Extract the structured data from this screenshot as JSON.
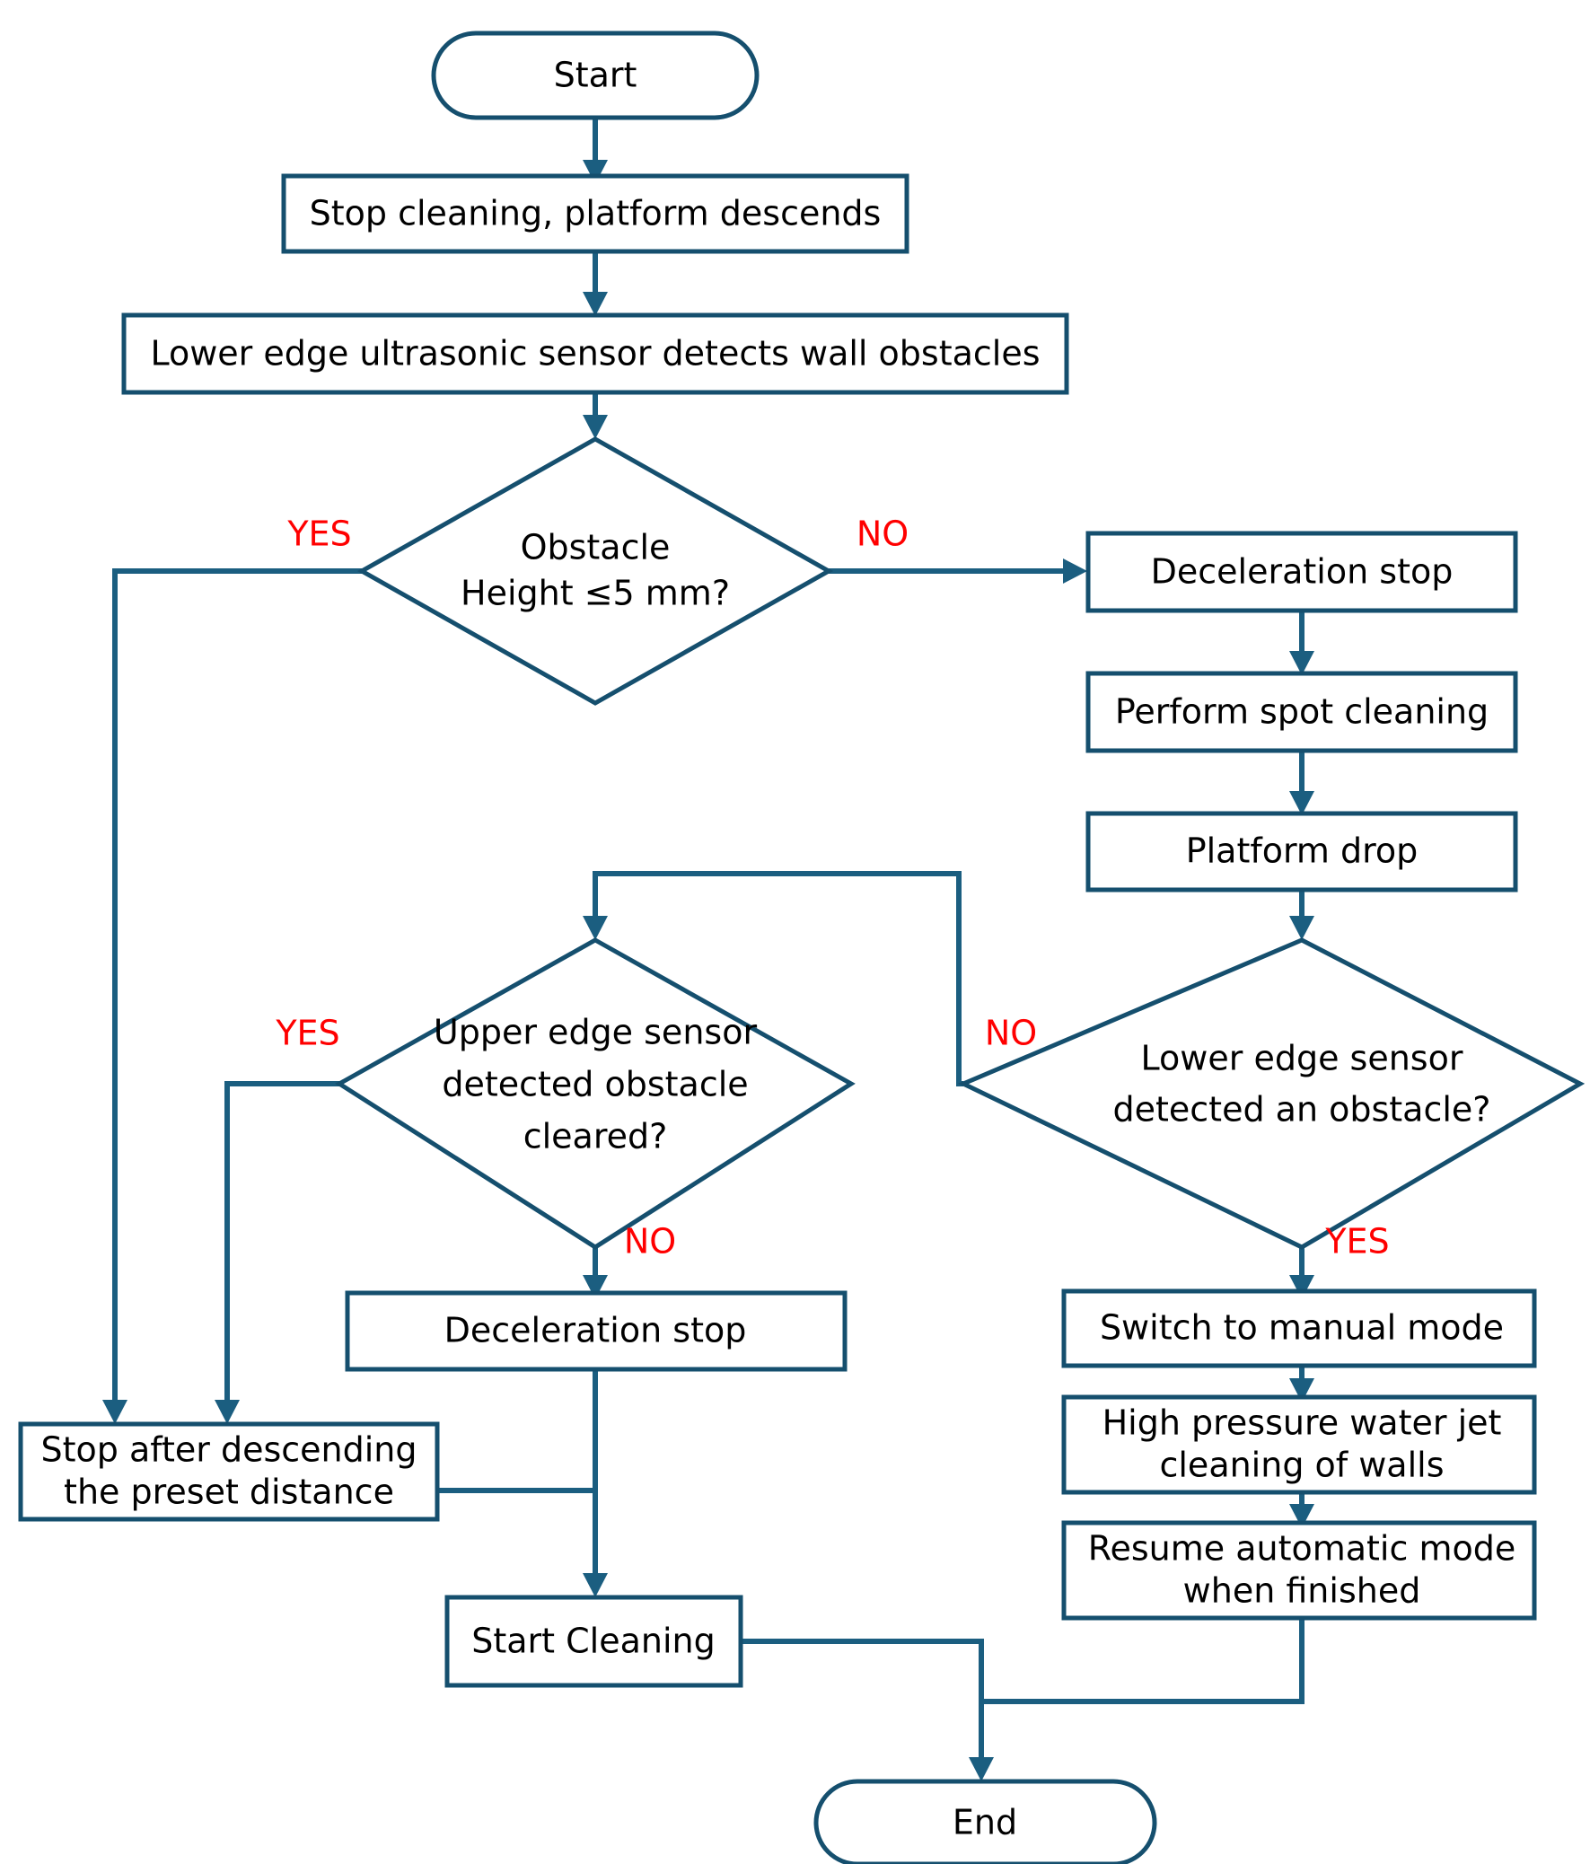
{
  "diagram": {
    "title": "Wall cleaning robot obstacle handling flowchart",
    "colors": {
      "node_stroke": "#154F6E",
      "connector": "#1B5E80",
      "node_fill": "#FFFFFF",
      "node_text": "#000000",
      "edge_label": "#FF0000",
      "background": "#FFFFFF"
    },
    "nodes": {
      "start": {
        "id": "start",
        "shape": "terminator",
        "label": "Start"
      },
      "stop_cleaning": {
        "id": "stop_cleaning",
        "shape": "process",
        "label": "Stop cleaning, platform descends"
      },
      "lower_sensor": {
        "id": "lower_sensor",
        "shape": "process",
        "label": "Lower edge ultrasonic sensor detects wall obstacles"
      },
      "obstacle_height": {
        "id": "obstacle_height",
        "shape": "decision",
        "label_line1": "Obstacle",
        "label_line2": "Height ≤5 mm?"
      },
      "decel_stop_right": {
        "id": "decel_stop_right",
        "shape": "process",
        "label": "Deceleration stop"
      },
      "spot_cleaning": {
        "id": "spot_cleaning",
        "shape": "process",
        "label": "Perform spot cleaning"
      },
      "platform_drop": {
        "id": "platform_drop",
        "shape": "process",
        "label": "Platform drop"
      },
      "upper_cleared": {
        "id": "upper_cleared",
        "shape": "decision",
        "label_line1": "Upper edge sensor",
        "label_line2": "detected obstacle",
        "label_line3": "cleared?"
      },
      "lower_detected": {
        "id": "lower_detected",
        "shape": "decision",
        "label_line1": "Lower edge sensor",
        "label_line2": "detected an obstacle?"
      },
      "decel_stop_mid": {
        "id": "decel_stop_mid",
        "shape": "process",
        "label": "Deceleration stop"
      },
      "manual_mode": {
        "id": "manual_mode",
        "shape": "process",
        "label": "Switch to manual mode"
      },
      "water_jet": {
        "id": "water_jet",
        "shape": "process",
        "label_line1": "High pressure water jet",
        "label_line2": "cleaning of walls"
      },
      "resume_auto": {
        "id": "resume_auto",
        "shape": "process",
        "label_line1": "Resume automatic mode",
        "label_line2": "when finished"
      },
      "stop_preset": {
        "id": "stop_preset",
        "shape": "process",
        "label_line1": "Stop after descending",
        "label_line2": "the preset distance"
      },
      "start_cleaning": {
        "id": "start_cleaning",
        "shape": "process",
        "label": "Start Cleaning"
      },
      "end": {
        "id": "end",
        "shape": "terminator",
        "label": "End"
      }
    },
    "edge_labels": {
      "height_yes": "YES",
      "height_no": "NO",
      "upper_yes": "YES",
      "upper_no": "NO",
      "lower_no": "NO",
      "lower_yes": "YES"
    },
    "edges": [
      {
        "from": "start",
        "to": "stop_cleaning",
        "label": ""
      },
      {
        "from": "stop_cleaning",
        "to": "lower_sensor",
        "label": ""
      },
      {
        "from": "lower_sensor",
        "to": "obstacle_height",
        "label": ""
      },
      {
        "from": "obstacle_height",
        "to": "stop_preset",
        "label": "YES"
      },
      {
        "from": "obstacle_height",
        "to": "decel_stop_right",
        "label": "NO"
      },
      {
        "from": "decel_stop_right",
        "to": "spot_cleaning",
        "label": ""
      },
      {
        "from": "spot_cleaning",
        "to": "platform_drop",
        "label": ""
      },
      {
        "from": "platform_drop",
        "to": "lower_detected",
        "label": ""
      },
      {
        "from": "lower_detected",
        "to": "upper_cleared",
        "label": "NO"
      },
      {
        "from": "lower_detected",
        "to": "manual_mode",
        "label": "YES"
      },
      {
        "from": "upper_cleared",
        "to": "stop_preset",
        "label": "YES"
      },
      {
        "from": "upper_cleared",
        "to": "decel_stop_mid",
        "label": "NO"
      },
      {
        "from": "decel_stop_mid",
        "to": "start_cleaning",
        "label": ""
      },
      {
        "from": "stop_preset",
        "to": "start_cleaning",
        "label": ""
      },
      {
        "from": "manual_mode",
        "to": "water_jet",
        "label": ""
      },
      {
        "from": "water_jet",
        "to": "resume_auto",
        "label": ""
      },
      {
        "from": "resume_auto",
        "to": "end",
        "label": ""
      },
      {
        "from": "start_cleaning",
        "to": "end",
        "label": ""
      }
    ]
  }
}
